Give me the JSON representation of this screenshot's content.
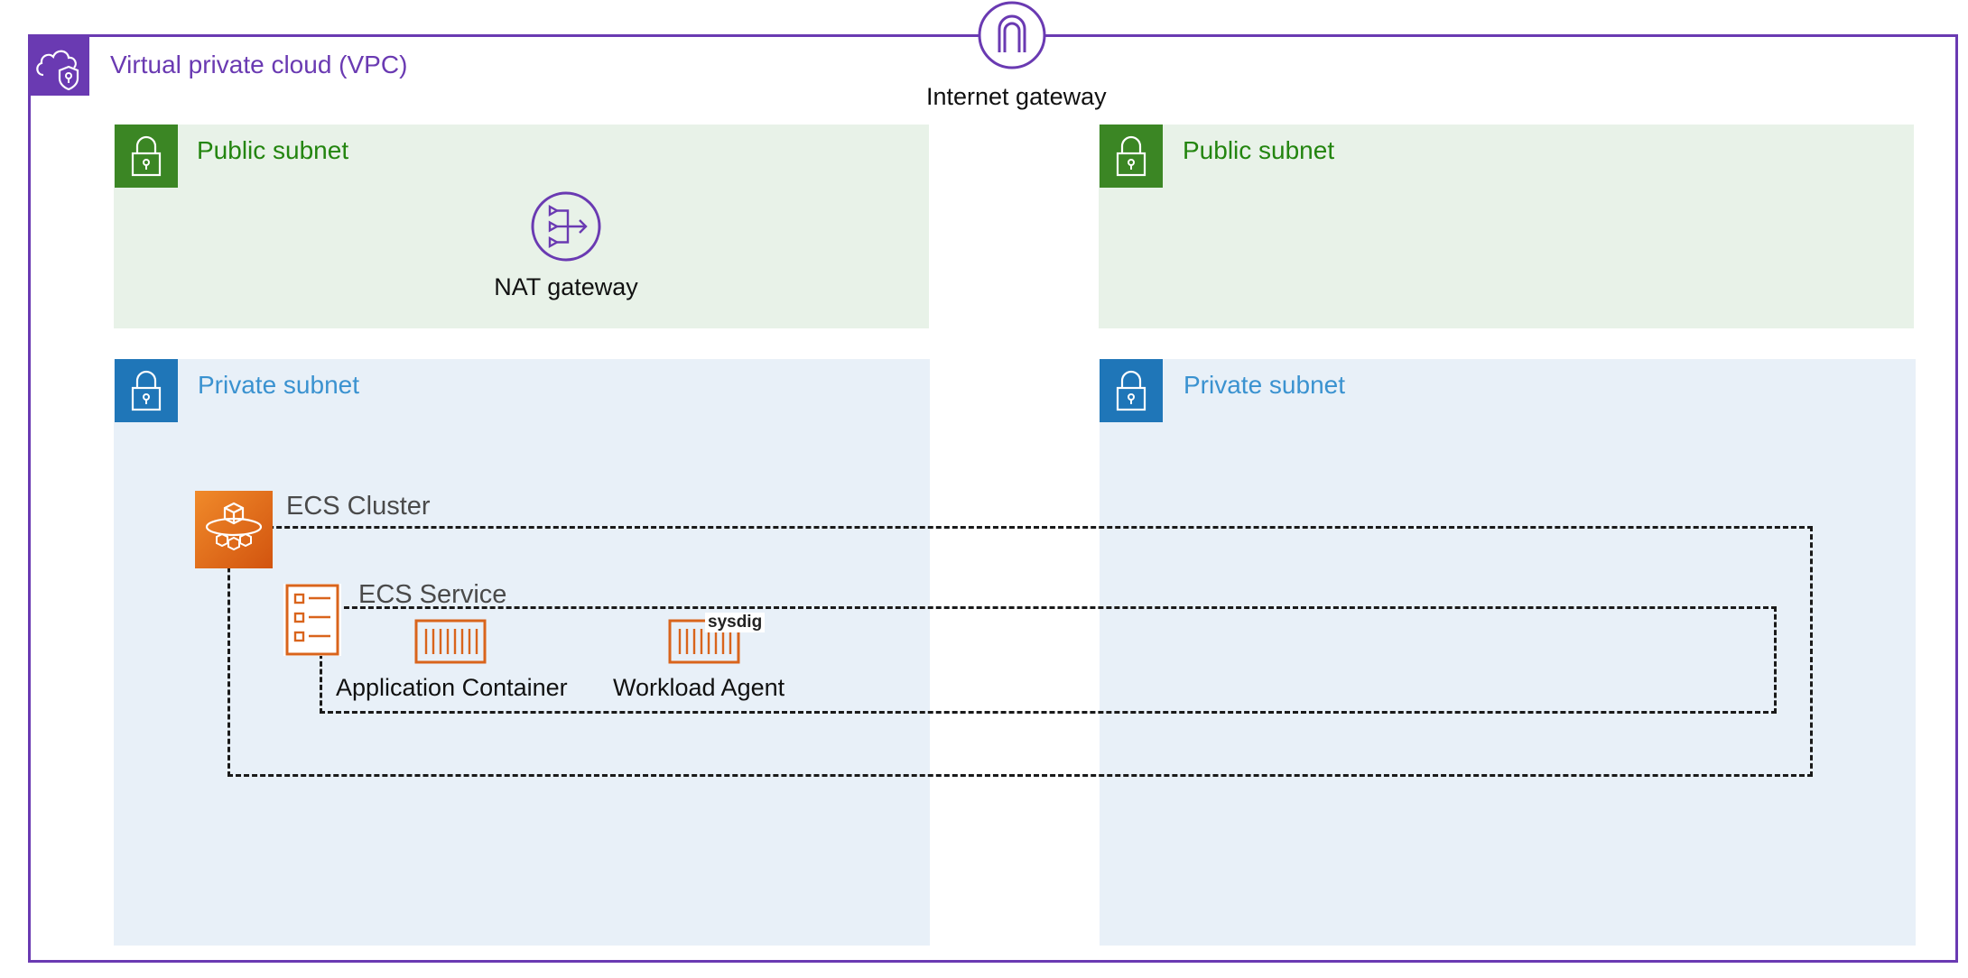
{
  "vpc": {
    "label": "Virtual private cloud (VPC)",
    "color": "#6a3ab2"
  },
  "internet_gateway": {
    "label": "Internet gateway"
  },
  "subnets": {
    "public_left": {
      "label": "Public subnet"
    },
    "public_right": {
      "label": "Public subnet"
    },
    "private_left": {
      "label": "Private subnet"
    },
    "private_right": {
      "label": "Private subnet"
    }
  },
  "nat_gateway": {
    "label": "NAT gateway"
  },
  "ecs_cluster": {
    "label": "ECS Cluster"
  },
  "ecs_service": {
    "label": "ECS Service"
  },
  "containers": {
    "application": {
      "label": "Application Container"
    },
    "agent": {
      "label": "Workload Agent",
      "tag": "sysdig"
    }
  },
  "colors": {
    "public_fill": "#e8f2e8",
    "public_accent": "#3b8624",
    "private_fill": "#e8f0f8",
    "private_accent": "#1f76b8",
    "ecs_orange": "#e0681a"
  },
  "icons": [
    "cloud-shield-icon",
    "internet-gateway-icon",
    "lock-icon",
    "nat-gateway-icon",
    "ecs-cluster-icon",
    "ecs-service-icon",
    "container-icon"
  ]
}
